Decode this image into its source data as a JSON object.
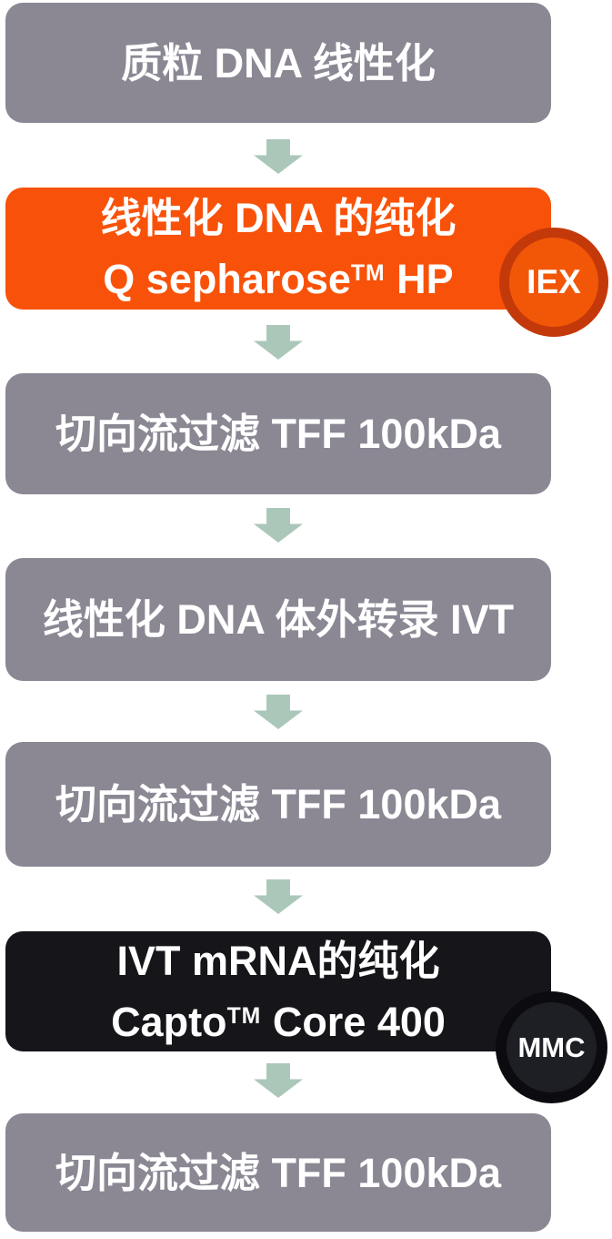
{
  "diagram": {
    "type": "flowchart",
    "direction": "top-down",
    "steps": [
      {
        "style": "gray",
        "label": "质粒 DNA 线性化"
      },
      {
        "style": "orange",
        "line1": "线性化 DNA 的纯化",
        "line2_pre": "Q sepharose",
        "line2_sup": "TM",
        "line2_post": " HP",
        "badge": "IEX"
      },
      {
        "style": "gray",
        "label": "切向流过滤 TFF 100kDa"
      },
      {
        "style": "gray",
        "label": "线性化 DNA 体外转录 IVT"
      },
      {
        "style": "gray",
        "label": "切向流过滤 TFF 100kDa"
      },
      {
        "style": "black",
        "line1": "IVT mRNA的纯化",
        "line2_pre": "Capto",
        "line2_sup": "TM",
        "line2_post": " Core 400",
        "badge": "MMC"
      },
      {
        "style": "gray",
        "label": "切向流过滤 TFF 100kDa"
      }
    ],
    "colors": {
      "gray_box": "#8b8894",
      "orange_box": "#f8520a",
      "iex_ring": "#c4390a",
      "iex_fill": "#f25708",
      "black_box": "#16161a",
      "mmc_ring": "#0b0b10",
      "mmc_fill": "#1e1e25",
      "arrow": "#abc7b9",
      "text": "#ffffff"
    }
  }
}
